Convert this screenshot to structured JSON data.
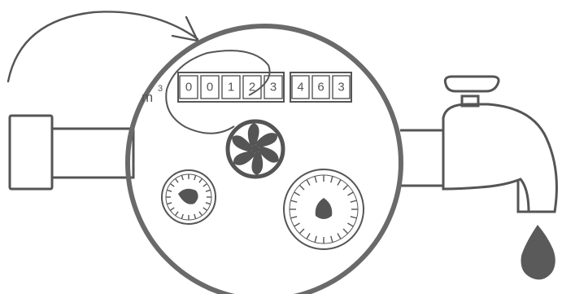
{
  "meter": {
    "unit_base": "m",
    "unit_exponent": "3",
    "primary_digits": [
      "0",
      "0",
      "1",
      "2",
      "3"
    ],
    "fraction_digits": [
      "4",
      "6",
      "3"
    ]
  },
  "colors": {
    "ink": "#555555",
    "body_outline": "#6a6a6a",
    "water_drop": "#5a5a5a",
    "dial_center": "#555555"
  },
  "icons": [
    "flow-arrow-icon",
    "impeller-icon",
    "water-drop-icon",
    "faucet-icon"
  ]
}
